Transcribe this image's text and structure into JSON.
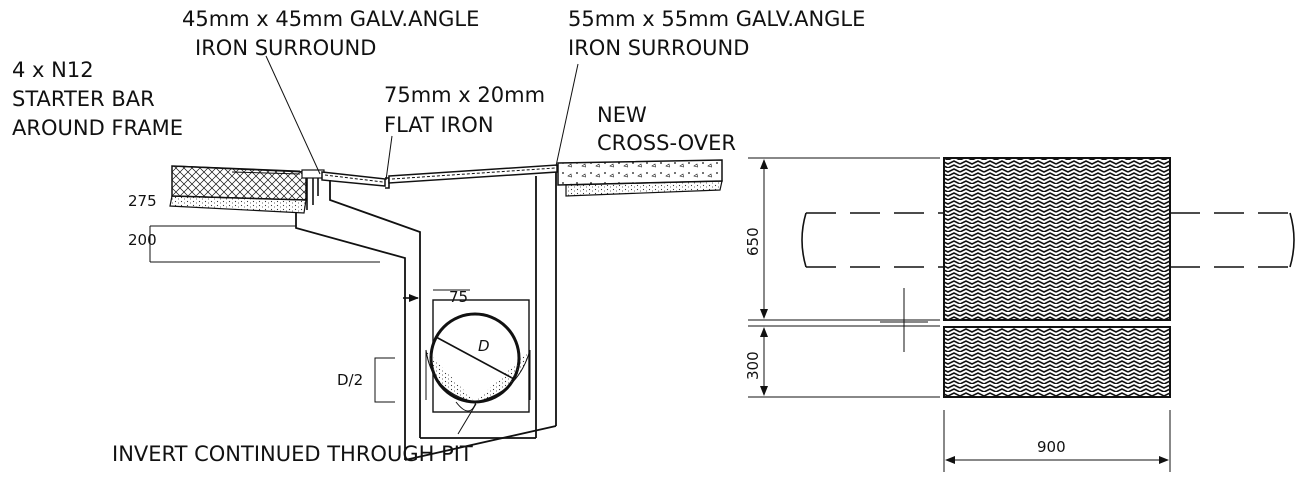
{
  "section_labels": {
    "angle_45_line1": "45mm x 45mm GALV.ANGLE",
    "angle_45_line2": "IRON SURROUND",
    "angle_55_line1": "55mm x 55mm GALV.ANGLE",
    "angle_55_line2": "IRON SURROUND",
    "starter_line1": "4 x N12",
    "starter_line2": "STARTER BAR",
    "starter_line3": "AROUND FRAME",
    "flat_iron_line1": "75mm x 20mm",
    "flat_iron_line2": "FLAT IRON",
    "crossover_line1": "NEW",
    "crossover_line2": "CROSS-OVER",
    "invert_note": "INVERT CONTINUED THROUGH PIT"
  },
  "section_dimensions": {
    "kerb_depth": "275",
    "step_depth": "200",
    "wall_offset": "75",
    "pipe_dia": "D",
    "half_dia": "D/2"
  },
  "plan_dimensions": {
    "grate_length": "650",
    "gap_depth": "300",
    "width": "900"
  },
  "colors": {
    "ink": "#111111",
    "grate_fill": "#3a3a3a"
  }
}
